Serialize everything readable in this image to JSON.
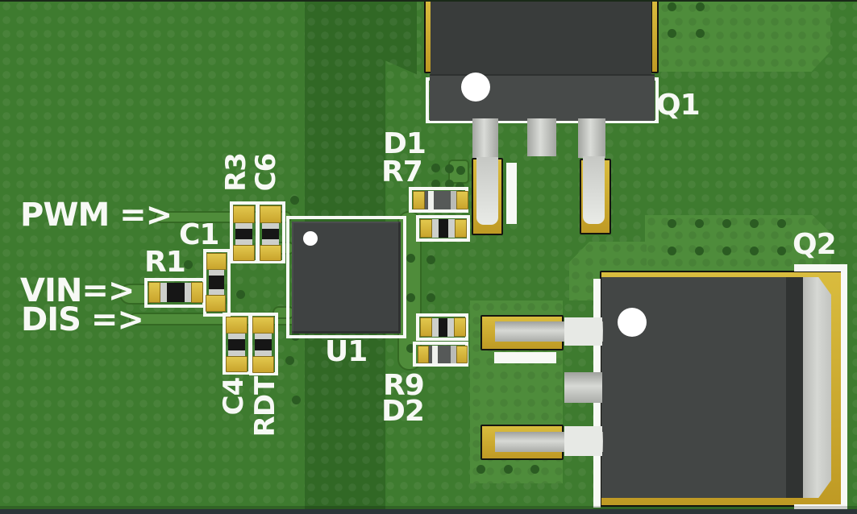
{
  "colors": {
    "board_base": "#3E7B2F",
    "copper_light": "#4E8C3B",
    "copper_dark": "#316825",
    "trace_green": "#4F8C3A",
    "via_green": "#2B5C22",
    "gold_pad": "#C9A42C",
    "gold_bright": "#E2C84E",
    "silver_lead": "#C4C6C2",
    "ic_body_dark": "#3F4242",
    "silkscreen_white": "#F7F9F5",
    "board_edge_dark": "#2B3437"
  },
  "silkscreen": {
    "signals": {
      "pwm": "PWM =>",
      "vin": "VIN=>",
      "dis": "DIS =>"
    },
    "refdes": {
      "q1": "Q1",
      "q2": "Q2",
      "u1": "U1",
      "r1": "R1",
      "c1": "C1",
      "r3": "R3",
      "c6": "C6",
      "c4": "C4",
      "rdt": "RDT",
      "d1": "D1",
      "r7": "R7",
      "r9": "R9",
      "d2": "D2"
    }
  }
}
